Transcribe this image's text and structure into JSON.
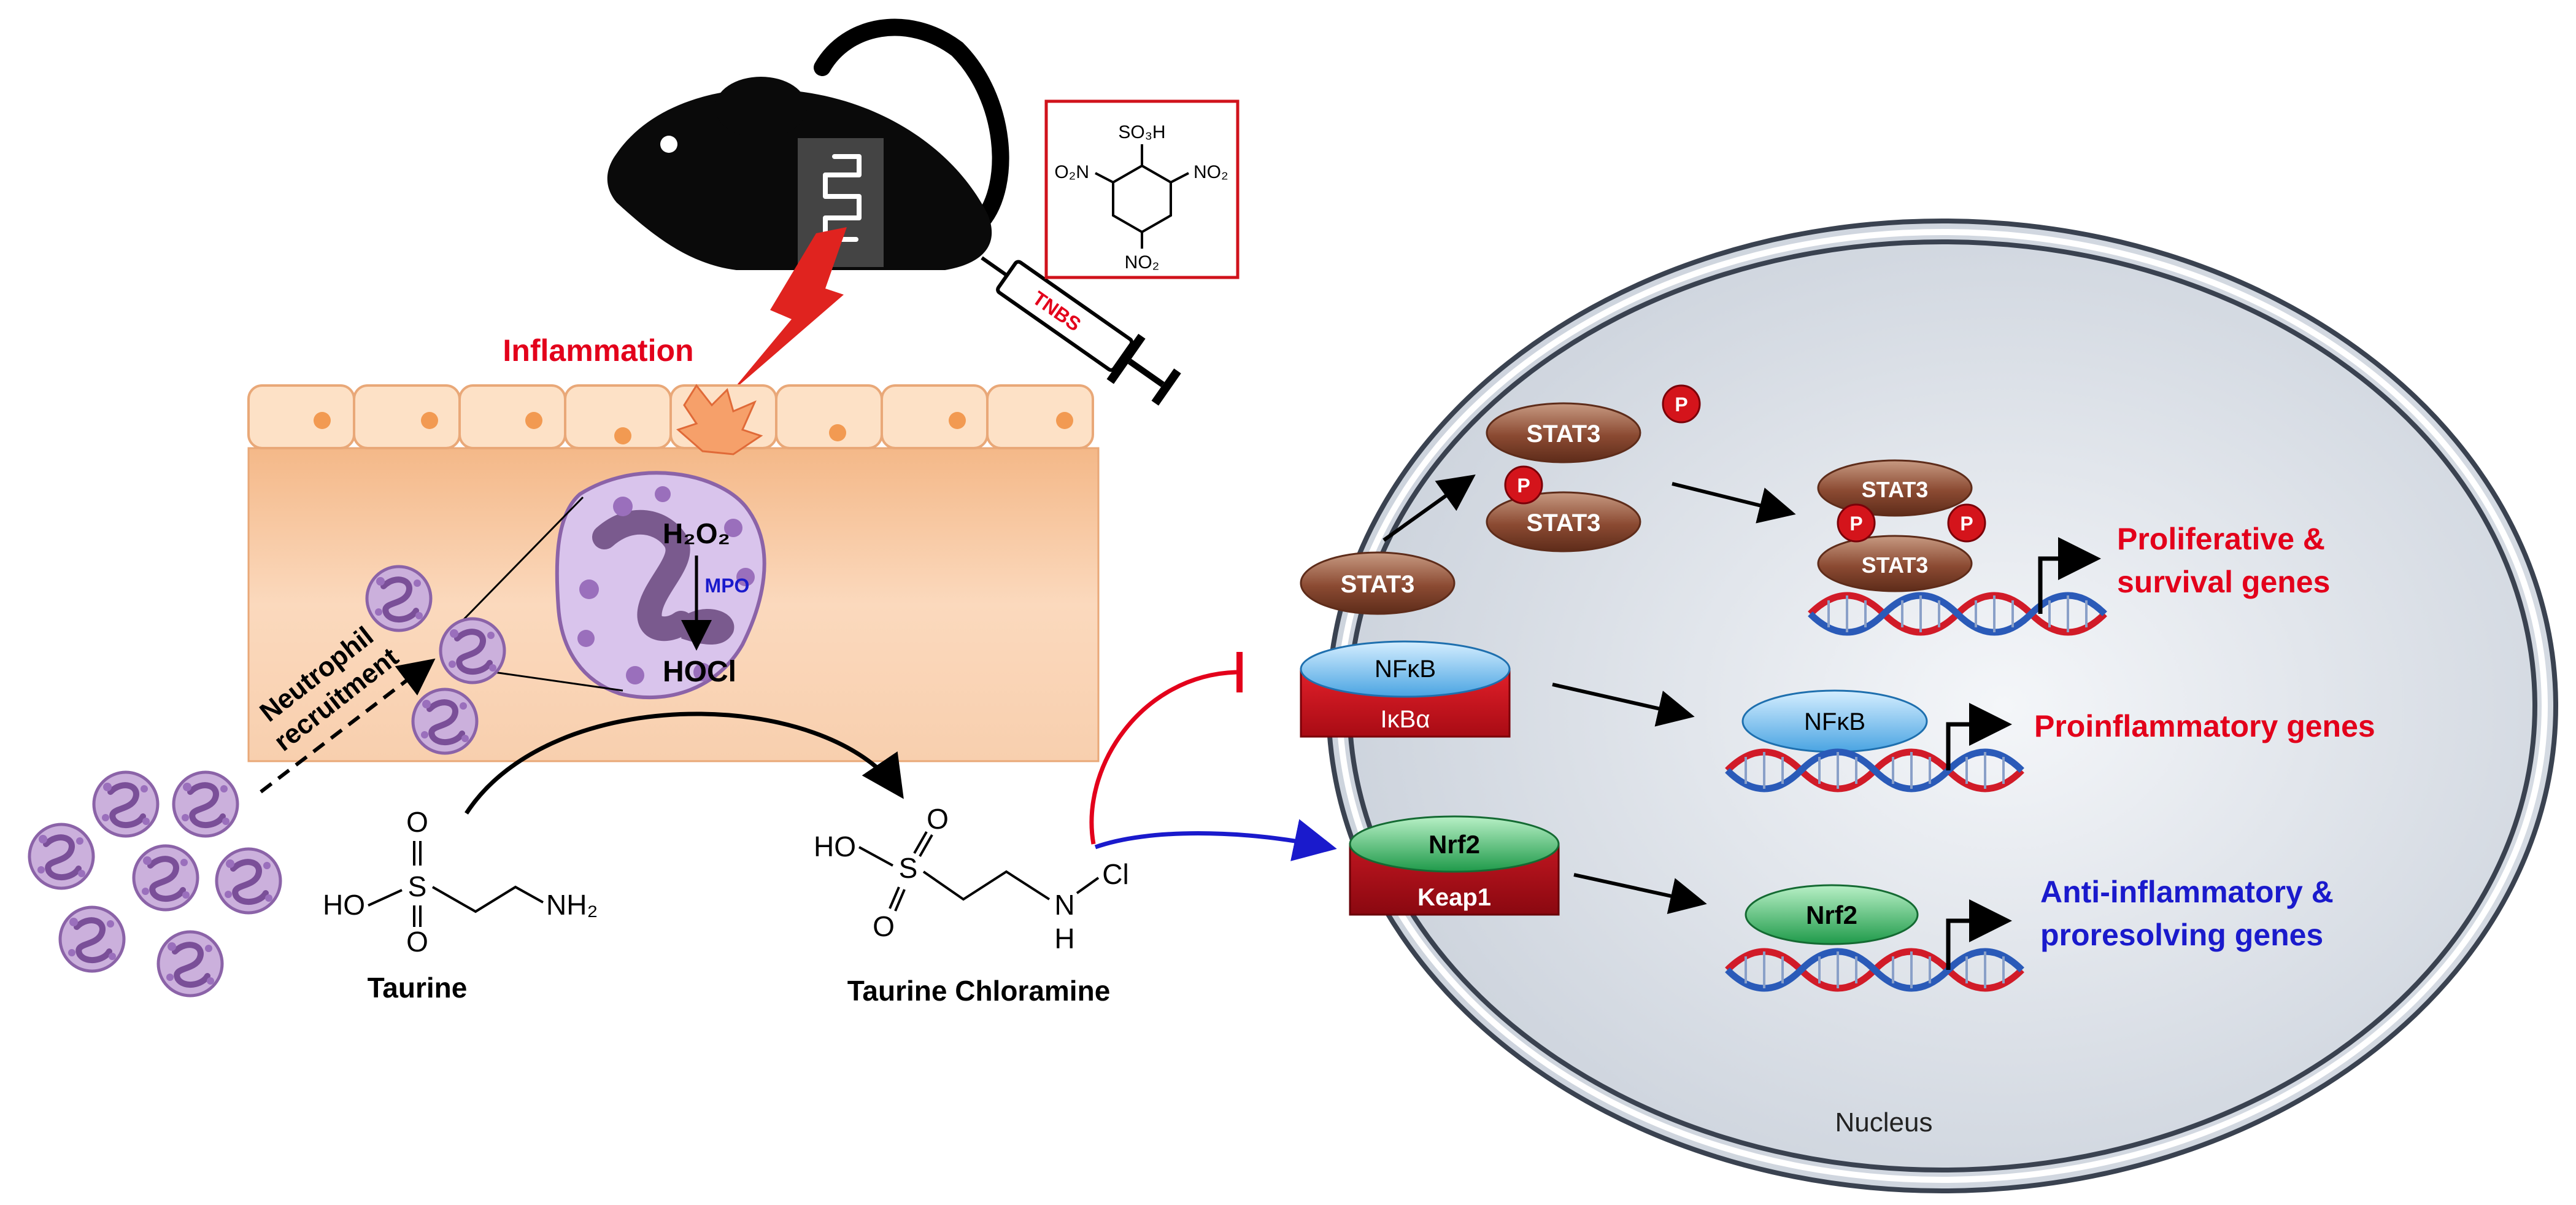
{
  "labels": {
    "inflammation": "Inflammation",
    "h2o2": "H₂O₂",
    "mpo": "MPO",
    "hocl": "HOCl",
    "neutrophil_recruitment_line1": "Neutrophil",
    "neutrophil_recruitment_line2": "recruitment",
    "taurine": "Taurine",
    "taurine_chloramine": "Taurine Chloramine",
    "nucleus": "Nucleus",
    "tnbs": "TNBS"
  },
  "chemistry": {
    "taurine": {
      "ho": "HO",
      "s": "S",
      "o_top": "O",
      "o_bottom": "O",
      "nh2": "NH₂"
    },
    "taurine_chloramine": {
      "ho": "HO",
      "s": "S",
      "o_top": "O",
      "o_bottom": "O",
      "n": "N",
      "h": "H",
      "cl": "Cl"
    },
    "tnbs_structure": {
      "so3h": "SO₃H",
      "no2_left": "O₂N",
      "no2_right": "NO₂",
      "no2_bottom": "NO₂"
    }
  },
  "proteins": {
    "stat3_inactive": "STAT3",
    "stat3_p_upper": "STAT3",
    "stat3_p_lower": "STAT3",
    "stat3_dimer_top": "STAT3",
    "stat3_dimer_bottom": "STAT3",
    "phospho": "P",
    "nfkb_cyto": "NFκB",
    "ikba": "IκBα",
    "nfkb_nuc": "NFκB",
    "nrf2_cyto": "Nrf2",
    "keap1": "Keap1",
    "nrf2_nuc": "Nrf2"
  },
  "gene_outputs": {
    "proliferative_line1": "Proliferative &",
    "proliferative_line2": "survival genes",
    "proinflammatory": "Proinflammatory genes",
    "anti_inflammatory_line1": "Anti-inflammatory  &",
    "anti_inflammatory_line2": "proresolving genes"
  },
  "colors": {
    "red_text": "#e3001b",
    "blue_text": "#1a1acc",
    "stat3_brown": "#8b4a32",
    "nfkb_blue": "#5ab0e8",
    "ikba_red": "#d0121b",
    "nrf2_green": "#2fa858",
    "keap1_red": "#b0101a",
    "neutrophil_purple": "#b98fd0",
    "tissue": "#f6c79e",
    "nucleus_fill": "#dde2ea"
  }
}
